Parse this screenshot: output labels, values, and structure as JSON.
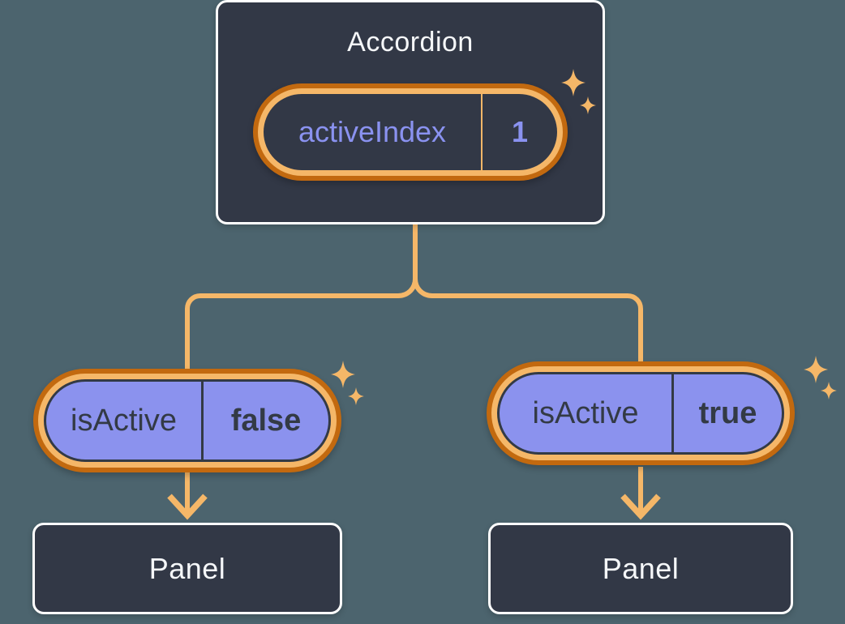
{
  "diagram": {
    "colors": {
      "bg": "#4c646e",
      "box": "#323846",
      "accent": "#f5b768",
      "ring": "#c2690f",
      "purple": "#8b92ee",
      "ink_dark": "#333a45",
      "ink_light": "#f5f7f9",
      "text_purple": "#8a92f0",
      "white": "#ffffff"
    },
    "root": {
      "title": "Accordion",
      "state": {
        "name": "activeIndex",
        "value": "1"
      }
    },
    "children": [
      {
        "prop_name": "isActive",
        "prop_value": "false",
        "child_title": "Panel"
      },
      {
        "prop_name": "isActive",
        "prop_value": "true",
        "child_title": "Panel"
      }
    ],
    "icons": [
      "sparkle-icon"
    ]
  }
}
